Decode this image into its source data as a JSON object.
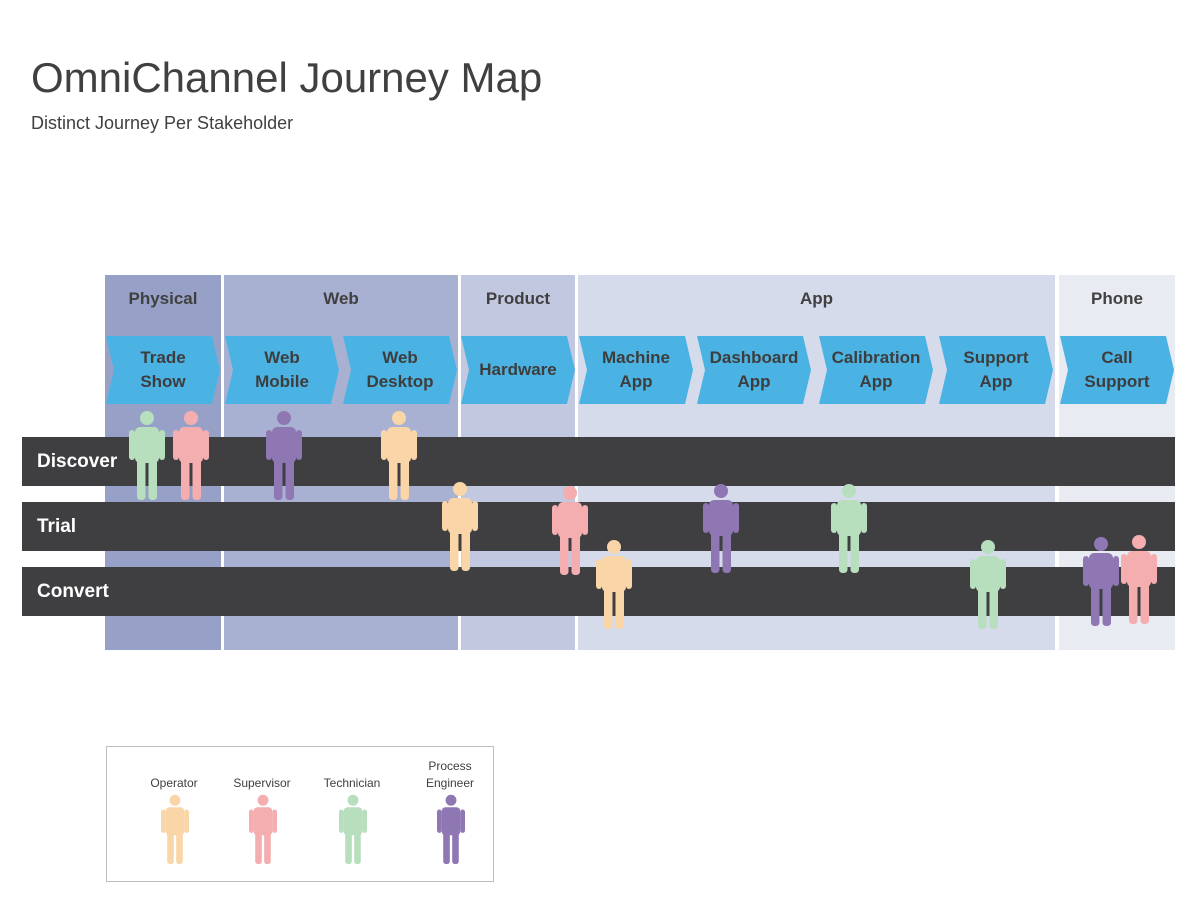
{
  "header": {
    "title": "OmniChannel Journey Map",
    "subtitle": "Distinct Journey Per Stakeholder"
  },
  "colors": {
    "operator": "#f9d5a7",
    "supervisor": "#f4aeb0",
    "technician": "#b8dfbd",
    "process_engineer": "#8f77b3",
    "chevron": "#4bb3e3",
    "stage_band": "#3f3f42"
  },
  "channels": [
    {
      "label": "Physical",
      "color": "#97a1c8"
    },
    {
      "label": "Web",
      "color": "#a9b1d2"
    },
    {
      "label": "Product",
      "color": "#c2c8e0"
    },
    {
      "label": "App",
      "color": "#d6dbeb"
    },
    {
      "label": "Phone",
      "color": "#e9ebf3"
    }
  ],
  "touchpoints": [
    {
      "label": "Trade\nShow"
    },
    {
      "label": "Web\nMobile"
    },
    {
      "label": "Web\nDesktop"
    },
    {
      "label": "Hardware"
    },
    {
      "label": "Machine\nApp"
    },
    {
      "label": "Dashboard\nApp"
    },
    {
      "label": "Calibration\nApp"
    },
    {
      "label": "Support\nApp"
    },
    {
      "label": "Call\nSupport"
    }
  ],
  "stages": [
    "Discover",
    "Trial",
    "Convert"
  ],
  "journey": [
    {
      "touchpoint": "Trade Show",
      "stage": "Discover",
      "stakeholder": "technician"
    },
    {
      "touchpoint": "Trade Show",
      "stage": "Discover",
      "stakeholder": "supervisor"
    },
    {
      "touchpoint": "Web Mobile",
      "stage": "Discover",
      "stakeholder": "process_engineer"
    },
    {
      "touchpoint": "Web Desktop",
      "stage": "Discover",
      "stakeholder": "operator"
    },
    {
      "touchpoint": "Hardware",
      "stage": "Trial",
      "stakeholder": "operator"
    },
    {
      "touchpoint": "Hardware",
      "stage": "Trial",
      "stakeholder": "supervisor"
    },
    {
      "touchpoint": "Machine App",
      "stage": "Convert",
      "stakeholder": "operator"
    },
    {
      "touchpoint": "Dashboard App",
      "stage": "Trial",
      "stakeholder": "process_engineer"
    },
    {
      "touchpoint": "Calibration App",
      "stage": "Trial",
      "stakeholder": "technician"
    },
    {
      "touchpoint": "Support App",
      "stage": "Convert",
      "stakeholder": "technician"
    },
    {
      "touchpoint": "Call Support",
      "stage": "Convert",
      "stakeholder": "process_engineer"
    },
    {
      "touchpoint": "Call Support",
      "stage": "Convert",
      "stakeholder": "supervisor"
    }
  ],
  "legend": [
    {
      "key": "operator",
      "label": "Operator"
    },
    {
      "key": "supervisor",
      "label": "Supervisor"
    },
    {
      "key": "technician",
      "label": "Technician"
    },
    {
      "key": "process_engineer",
      "label": "Process\nEngineer"
    }
  ]
}
